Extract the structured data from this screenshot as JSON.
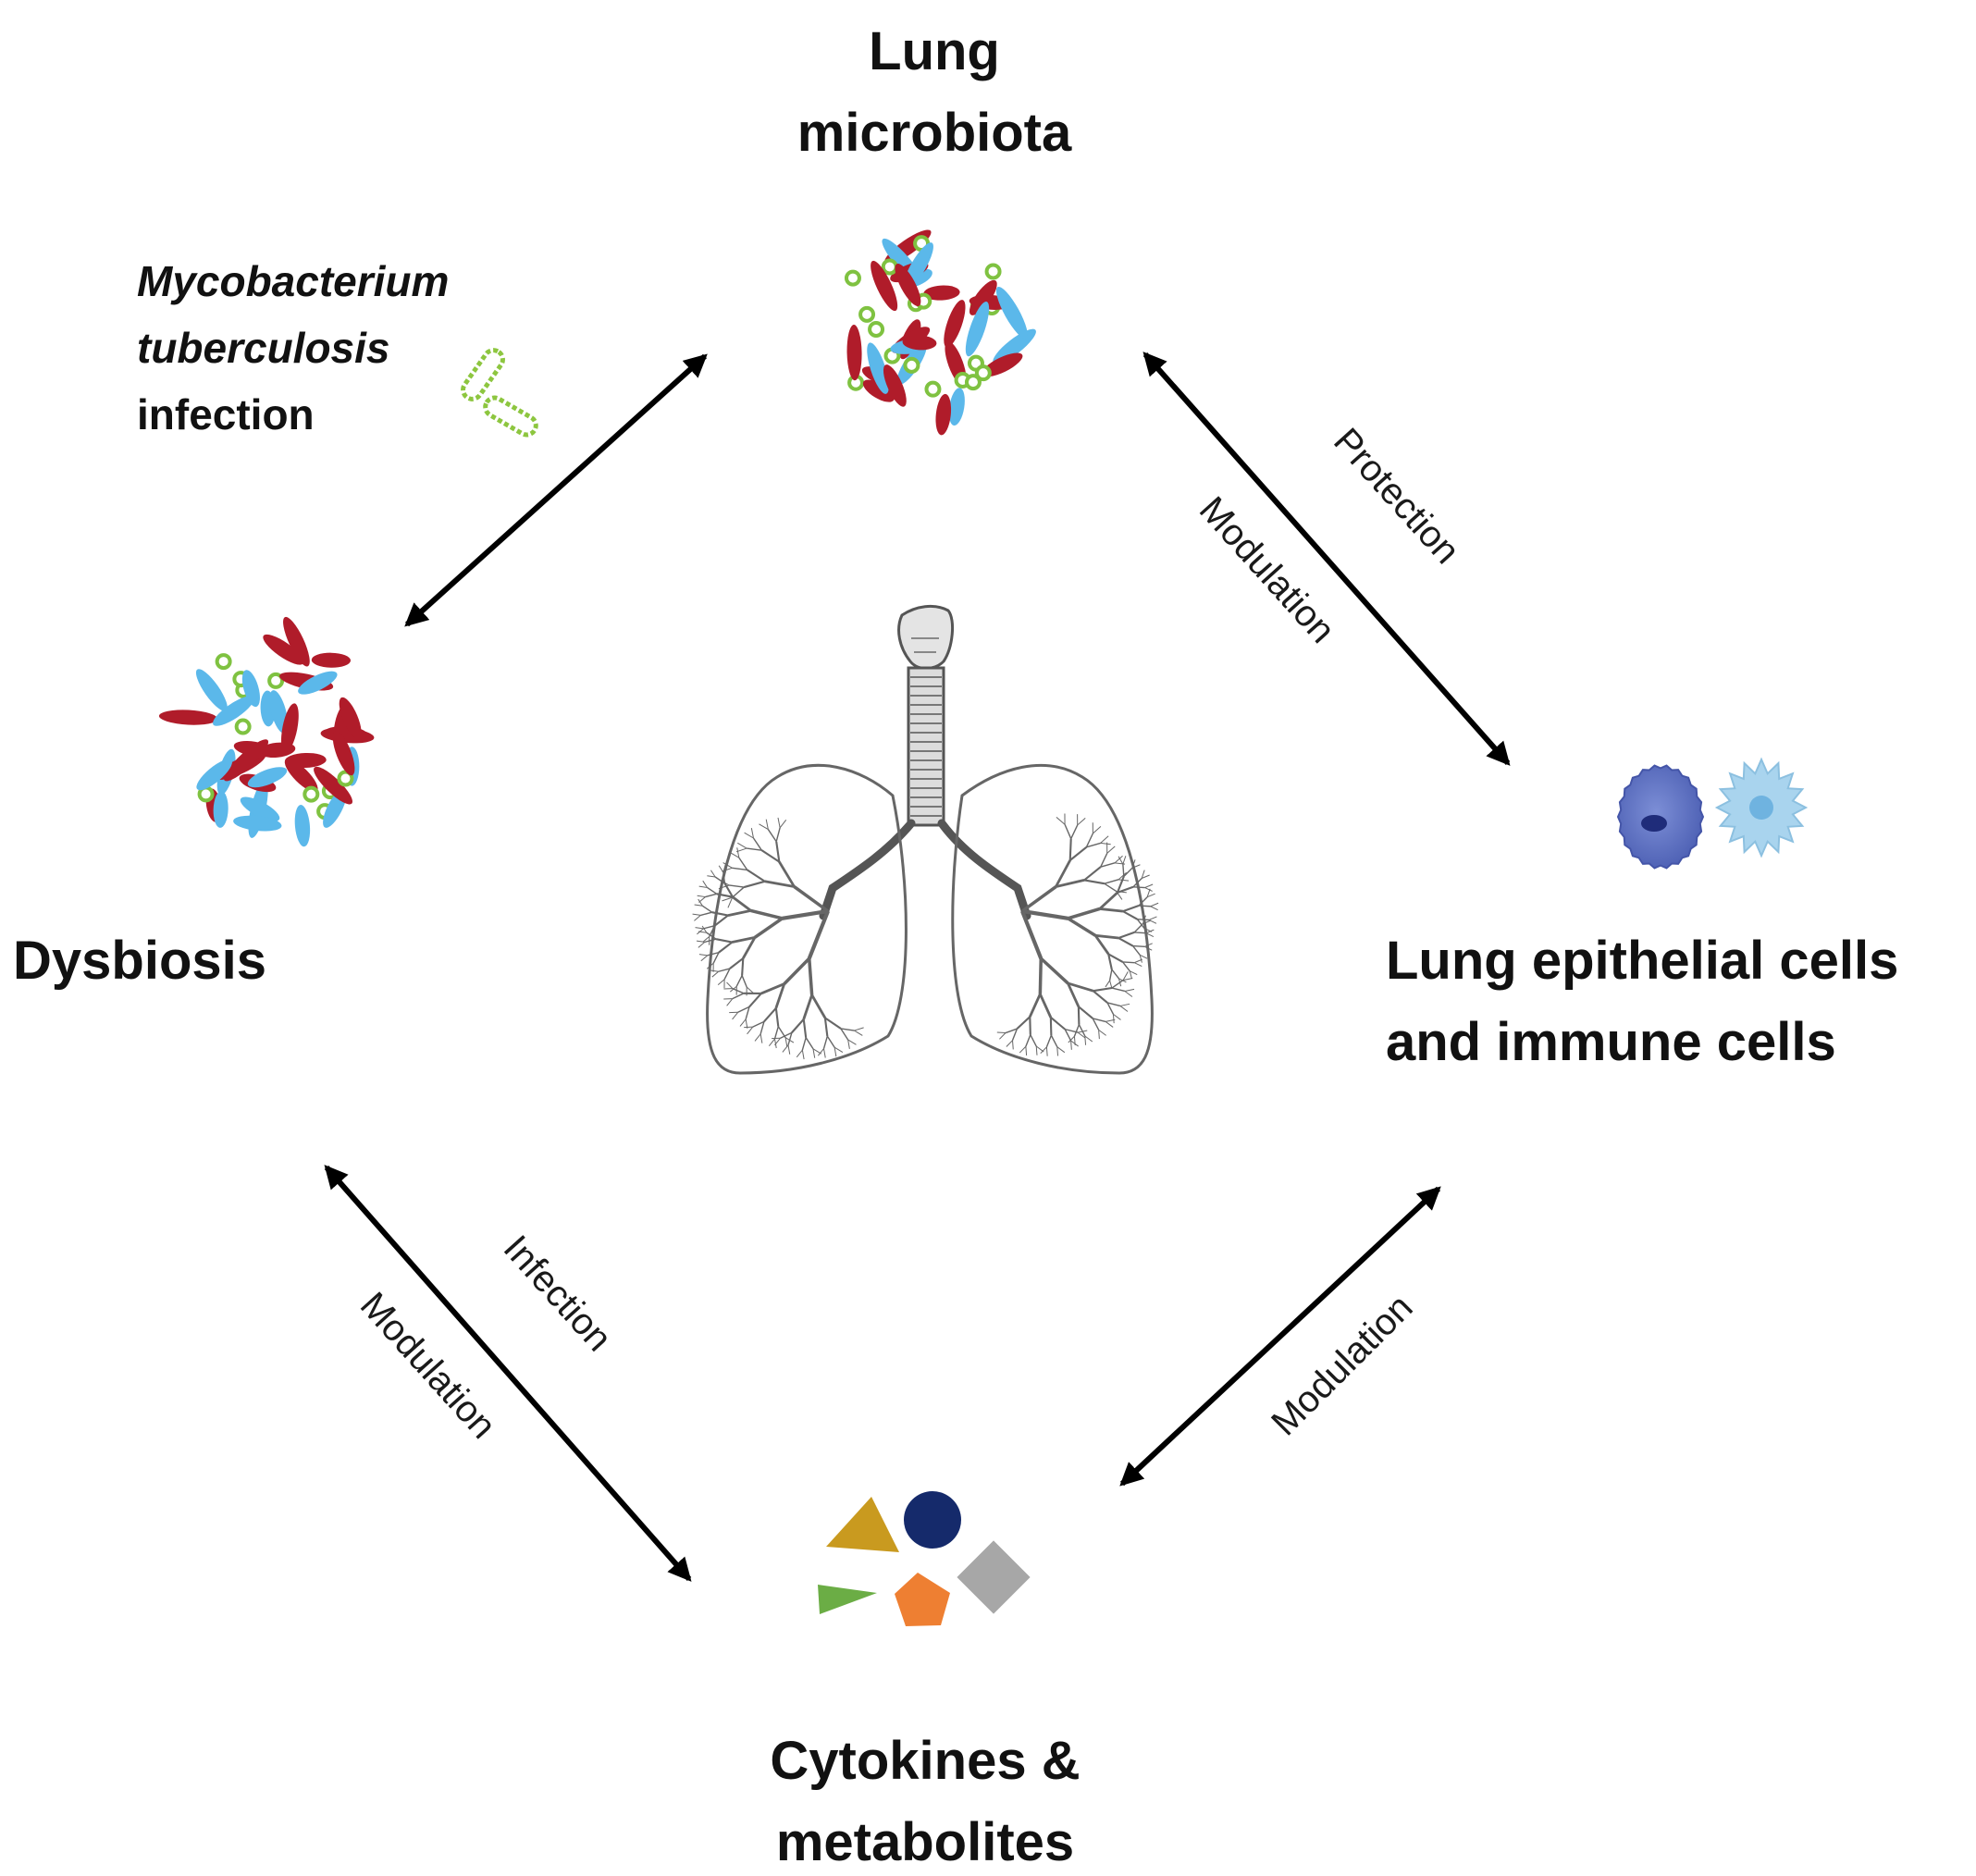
{
  "nodes": {
    "lung_microbiota": {
      "lines": [
        "Lung",
        "microbiota"
      ]
    },
    "dysbiosis": {
      "lines": [
        "Dysbiosis"
      ]
    },
    "lung_cells": {
      "lines": [
        "Lung epithelial cells",
        "and immune cells"
      ]
    },
    "cytokines": {
      "lines": [
        "Cytokines  &",
        "metabolites"
      ]
    }
  },
  "infection": {
    "lines": [
      "Mycobacterium",
      "tuberculosis",
      "infection"
    ]
  },
  "edges": {
    "microbiota_cells": {
      "outer": "Protection",
      "inner": "Modulation"
    },
    "dysbiosis_cytokines": {
      "outer": "Modulation",
      "inner": "Infection"
    },
    "cells_cytokines": {
      "label": "Modulation"
    }
  },
  "icons": [
    "bacteria-cluster-icon",
    "mycobacterium-icon",
    "lungs-illustration",
    "epithelial-cell-icon",
    "immune-cell-icon",
    "metabolite-shapes-icon"
  ],
  "colors": {
    "bacteria_red": "#b01c2a",
    "bacteria_blue": "#5bb8ea",
    "bacteria_green": "#7fc241",
    "epithelial_cell": "#5b6fc0",
    "immune_cell": "#a9d4ee",
    "triangle": "#c99a1f",
    "circle": "#152a6b",
    "diamond": "#a7a7a7",
    "wedge": "#6bad45",
    "pentagon": "#ee7f32"
  }
}
